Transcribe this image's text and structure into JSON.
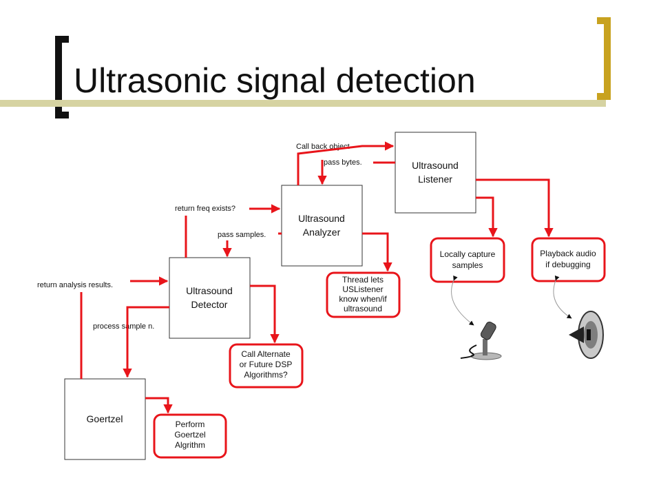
{
  "title": "Ultrasonic signal detection",
  "colors": {
    "arrow": "#e8141a",
    "title_bracket_right": "#c8a21f",
    "title_rule": "#d6d3a2"
  },
  "boxes": {
    "listener": [
      "Ultrasound",
      "Listener"
    ],
    "analyzer": [
      "Ultrasound",
      "Analyzer"
    ],
    "detector": [
      "Ultrasound",
      "Detector"
    ],
    "goertzel": [
      "Goertzel"
    ]
  },
  "notes": {
    "capture": [
      "Locally capture",
      "samples"
    ],
    "playback": [
      "Playback audio",
      "if debugging"
    ],
    "thread": [
      "Thread lets",
      "USListener",
      "know when/if",
      "ultrasound"
    ],
    "dsp": [
      "Call Alternate",
      "or Future DSP",
      "Algorithms?"
    ],
    "perform": [
      "Perform",
      "Goertzel",
      "Algrithm"
    ]
  },
  "labels": {
    "callback": "Call back object",
    "pass_bytes": "pass bytes.",
    "return_freq": "return freq exists?",
    "pass_samples": "pass samples.",
    "return_analysis": "return analysis results.",
    "process_sample": "process sample n."
  },
  "icons": [
    "microphone-icon",
    "speaker-icon"
  ]
}
